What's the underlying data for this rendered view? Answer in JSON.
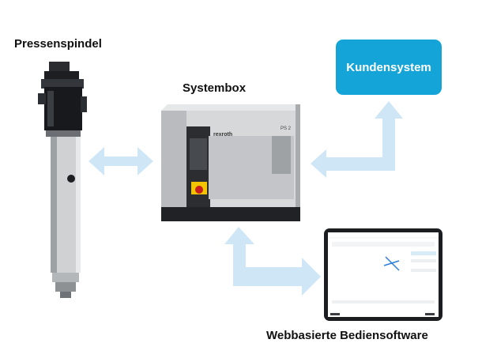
{
  "labels": {
    "spindle": "Pressenspindel",
    "systembox": "Systembox",
    "customer": "Kundensystem",
    "software": "Webbasierte Bediensoftware"
  },
  "device": {
    "brand": "rexroth",
    "model": "PS 2"
  },
  "colors": {
    "arrow": "#cfe6f6",
    "customer_box": "#15a4d8",
    "text": "#111111"
  }
}
